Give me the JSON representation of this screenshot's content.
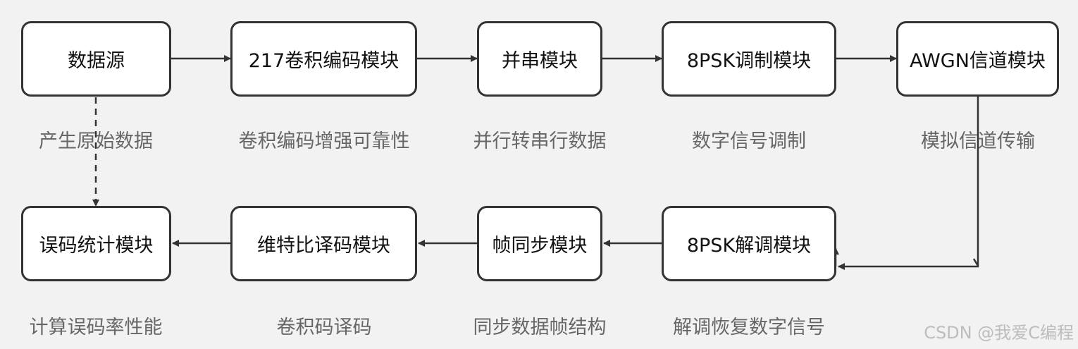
{
  "nodes": {
    "data_source": "数据源",
    "conv_encoder": "217卷积编码模块",
    "par_to_serial": "并串模块",
    "psk_mod": "8PSK调制模块",
    "awgn": "AWGN信道模块",
    "psk_demod": "8PSK解调模块",
    "frame_sync": "帧同步模块",
    "viterbi": "维特比译码模块",
    "ber_stat": "误码统计模块"
  },
  "captions": {
    "data_source": "产生原始数据",
    "conv_encoder": "卷积编码增强可靠性",
    "par_to_serial": "并行转串行数据",
    "psk_mod": "数字信号调制",
    "awgn": "模拟信道传输",
    "psk_demod": "解调恢复数字信号",
    "frame_sync": "同步数据帧结构",
    "viterbi": "卷积码译码",
    "ber_stat": "计算误码率性能"
  },
  "watermark": "CSDN @我爱C编程",
  "colors": {
    "background": "#f2f2f2",
    "box_fill": "#ffffff",
    "box_border": "#333333",
    "caption": "#666666",
    "arrow": "#333333"
  }
}
